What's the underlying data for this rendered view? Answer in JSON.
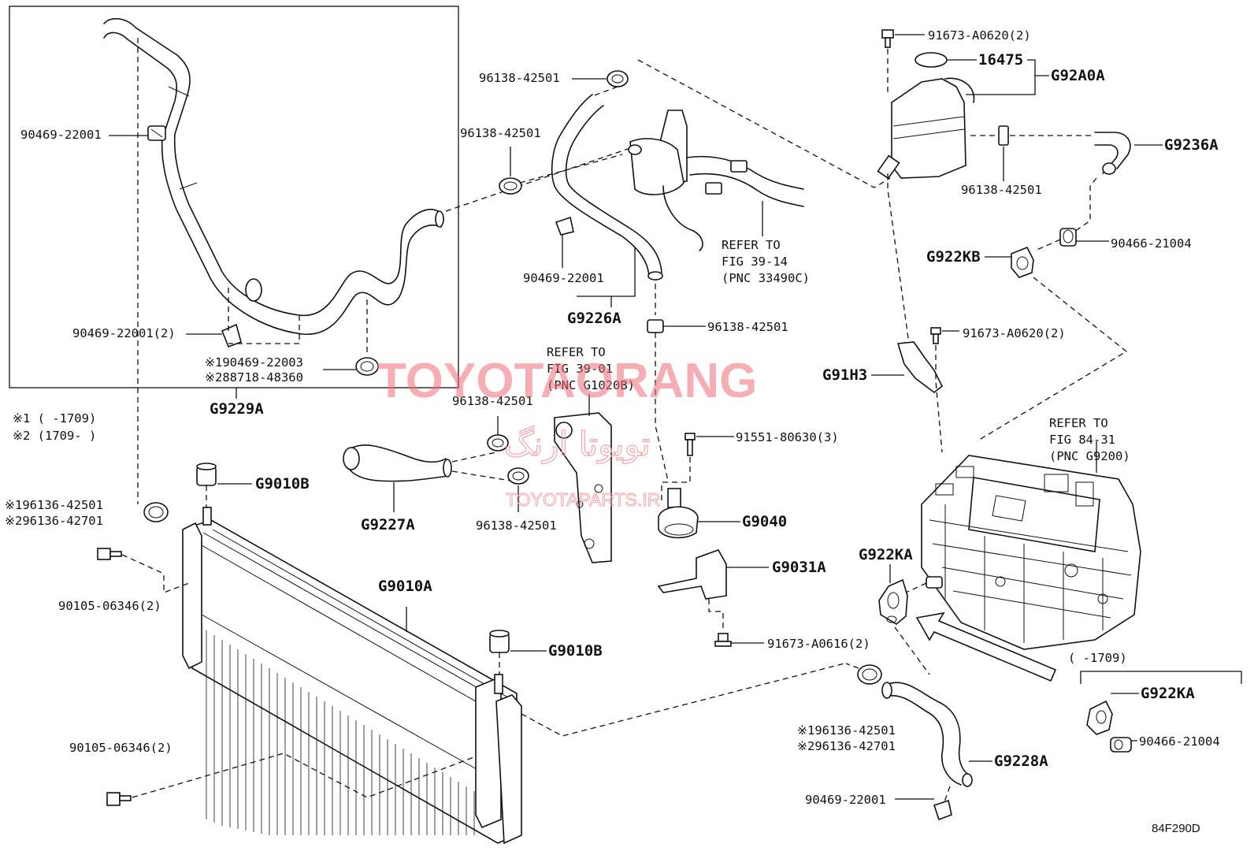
{
  "diagram_code": "84F290D",
  "watermark": {
    "brand": "TOYOTAORANG",
    "persian": "تویوتا ارنگ",
    "site": "TOYOTAPARTS.IR"
  },
  "notes": {
    "note1": "※1 (       -1709)",
    "note2": "※2 (1709-       )",
    "inset_note": "(       -1709)"
  },
  "refs": {
    "ref_39_14": [
      "REFER TO",
      "FIG 39-14",
      "(PNC 33490C)"
    ],
    "ref_39_01": [
      "REFER TO",
      "FIG 39-01",
      "(PNC G1020B)"
    ],
    "ref_84_31": [
      "REFER TO",
      "FIG 84-31",
      "(PNC G9200)"
    ]
  },
  "labels": {
    "p90469_22001_a": "90469-22001",
    "p90469_22001_2": "90469-22001(2)",
    "p90469_22003": "※190469-22003",
    "p88718_48360": "※288718-48360",
    "g9229a": "G9229A",
    "p96136_42501_a": "※196136-42501",
    "p96136_42701_a": "※296136-42701",
    "p90105_06346_a": "90105-06346(2)",
    "p90105_06346_b": "90105-06346(2)",
    "g9010b_a": "G9010B",
    "g9010b_b": "G9010B",
    "g9010a": "G9010A",
    "p96138_42501_a": "96138-42501",
    "p96138_42501_b": "96138-42501",
    "p90469_22001_b": "90469-22001",
    "g9226a": "G9226A",
    "p96138_42501_c": "96138-42501",
    "p96138_42501_d": "96138-42501",
    "g9227a": "G9227A",
    "p96138_42501_e": "96138-42501",
    "p91551_80630": "91551-80630(3)",
    "g9040": "G9040",
    "g9031a": "G9031A",
    "p91673_a0616": "91673-A0616(2)",
    "p91673_a0620_a": "91673-A0620(2)",
    "p16475": "16475",
    "g92a0a": "G92A0A",
    "g9236a": "G9236A",
    "p96138_42501_f": "96138-42501",
    "p90466_21004_a": "90466-21004",
    "g922kb": "G922KB",
    "p91673_a0620_b": "91673-A0620(2)",
    "g91h3": "G91H3",
    "g922ka_a": "G922KA",
    "p96136_42501_b": "※196136-42501",
    "p96136_42701_b": "※296136-42701",
    "g9228a": "G9228A",
    "p90469_22001_c": "90469-22001",
    "g922ka_b": "G922KA",
    "p90466_21004_b": "90466-21004"
  }
}
